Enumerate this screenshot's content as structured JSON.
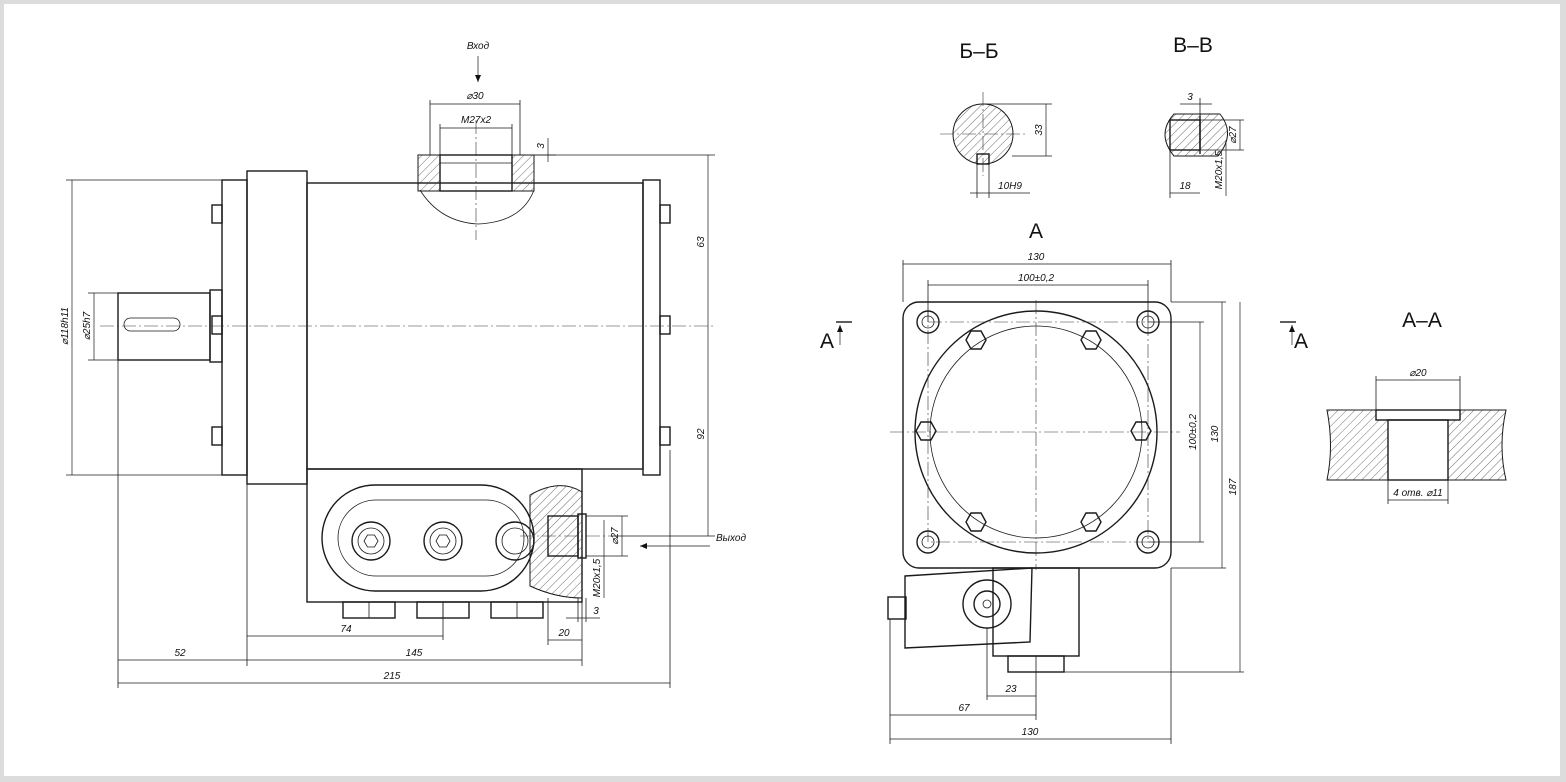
{
  "labels": {
    "inlet": "Вход",
    "outlet": "Выход",
    "section_bb": "Б–Б",
    "section_vv": "В–В",
    "section_aa": "А–А",
    "view_a": "А",
    "cut_a_left": "А",
    "cut_a_right": "А"
  },
  "dims": {
    "d30": "⌀30",
    "m27": "M27x2",
    "d3_top": "3",
    "d63": "63",
    "d92": "92",
    "d118": "⌀118h11",
    "d25": "⌀25h7",
    "d27_out": "⌀27",
    "m20_out": "M20x1,5",
    "d3_bot": "3",
    "d74": "74",
    "d20": "20",
    "d52": "52",
    "d145": "145",
    "d215": "215",
    "bb_33": "33",
    "bb_10": "10H9",
    "vv_3": "3",
    "vv_27": "⌀27",
    "vv_18": "18",
    "vv_m20": "M20x1,5",
    "a_130_top": "130",
    "a_100_top": "100±0,2",
    "a_100_right": "100±0,2",
    "a_130_right": "130",
    "a_187": "187",
    "a_23": "23",
    "a_67": "67",
    "a_130_bot": "130",
    "aa_20": "⌀20",
    "aa_holes": "4 отв. ⌀11"
  }
}
